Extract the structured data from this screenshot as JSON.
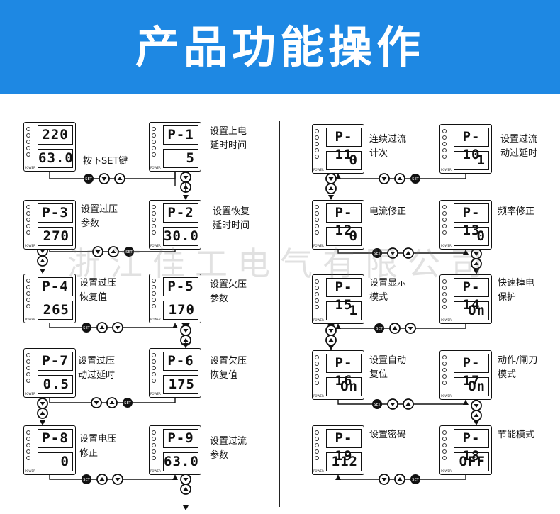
{
  "header": {
    "title": "产品功能操作"
  },
  "watermark": "浙江佳工电气有限公司",
  "key_labels": {
    "set": "SET",
    "down": "▼",
    "up": "▲"
  },
  "power_label": "POWER",
  "devices": [
    {
      "id": "home",
      "top": "220",
      "bottom": "63.0",
      "label": ""
    },
    {
      "id": "p1",
      "top": "P-1",
      "bottom": "5",
      "label": "设置上电\n延时时间"
    },
    {
      "id": "p2",
      "top": "P-2",
      "bottom": "30.0",
      "label": "设置恢复\n延时时间"
    },
    {
      "id": "p3",
      "top": "P-3",
      "bottom": "270",
      "label": "设置过压\n参数"
    },
    {
      "id": "p4",
      "top": "P-4",
      "bottom": "265",
      "label": "设置过压\n恢复值"
    },
    {
      "id": "p5",
      "top": "P-5",
      "bottom": "170",
      "label": "设置欠压\n参数"
    },
    {
      "id": "p6",
      "top": "P-6",
      "bottom": "175",
      "label": "设置欠压\n恢复值"
    },
    {
      "id": "p7",
      "top": "P-7",
      "bottom": "0.5",
      "label": "设置过压\n动过延时"
    },
    {
      "id": "p8",
      "top": "P-8",
      "bottom": "0",
      "label": "设置电压\n修正"
    },
    {
      "id": "p9",
      "top": "P-9",
      "bottom": "63.0",
      "label": "设置过流\n参数"
    },
    {
      "id": "p10",
      "top": "P-10",
      "bottom": "1",
      "label": "设置过流\n动过延时"
    },
    {
      "id": "p11",
      "top": "P-11",
      "bottom": "0",
      "label": "连续过流\n计次"
    },
    {
      "id": "p12",
      "top": "P-12",
      "bottom": "0",
      "label": "电流修正"
    },
    {
      "id": "p13",
      "top": "P-13",
      "bottom": "0",
      "label": "频率修正"
    },
    {
      "id": "p14",
      "top": "P-14",
      "bottom": "On",
      "label": "快速掉电\n保护"
    },
    {
      "id": "p15",
      "top": "P-15",
      "bottom": "1",
      "label": "设置显示\n模式"
    },
    {
      "id": "p16",
      "top": "P-16",
      "bottom": "On",
      "label": "设置自动\n复位"
    },
    {
      "id": "p17",
      "top": "P-17",
      "bottom": "On",
      "label": "动作/闸刀\n模式"
    },
    {
      "id": "p18",
      "top": "P-18",
      "bottom": "OFF",
      "label": "节能模式"
    },
    {
      "id": "p19",
      "top": "P-19",
      "bottom": "112",
      "label": "设置密码"
    }
  ],
  "instruction": "按下SET键"
}
